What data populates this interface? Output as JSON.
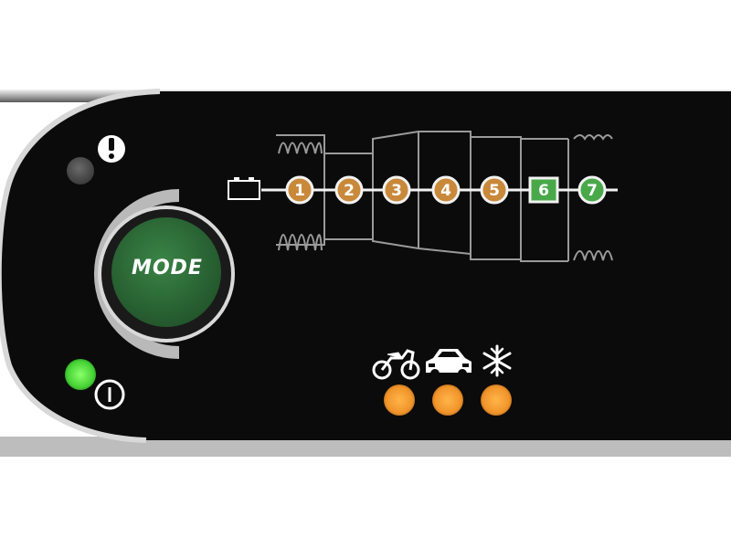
{
  "panel": {
    "mode_button_label": "MODE",
    "colors": {
      "panel_bg": "#0b0b0b",
      "mode_button": "#2f6f3a",
      "step_amber": "#c9893a",
      "step_green": "#49a94a",
      "power_led": "#45d235",
      "error_led": "#4a4a4a",
      "mode_led": "#f0942a"
    }
  },
  "indicators": {
    "error_icon": "exclamation-circle-icon",
    "error_led_state": "off",
    "power_icon": "power-icon",
    "power_led_state": "on"
  },
  "steps": [
    {
      "label": "1",
      "state": "amber"
    },
    {
      "label": "2",
      "state": "amber"
    },
    {
      "label": "3",
      "state": "amber"
    },
    {
      "label": "4",
      "state": "amber"
    },
    {
      "label": "5",
      "state": "amber"
    },
    {
      "label": "6",
      "state": "green"
    },
    {
      "label": "7",
      "state": "green"
    }
  ],
  "step_start_icon": "battery-icon",
  "modes": [
    {
      "icon": "motorcycle-icon",
      "led_state": "on"
    },
    {
      "icon": "car-icon",
      "led_state": "on"
    },
    {
      "icon": "snowflake-icon",
      "led_state": "on"
    }
  ]
}
